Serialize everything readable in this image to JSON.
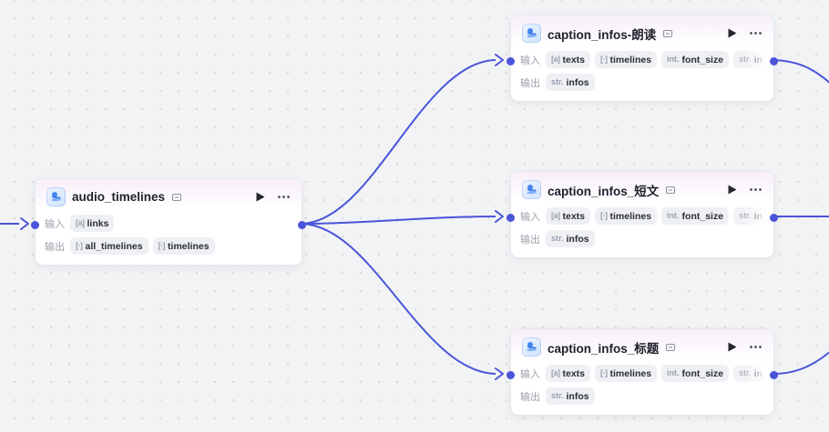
{
  "canvas": {
    "background_color": "#f2f3f5",
    "dot_grid_color": "#d9dade",
    "edge_color": "#4b54d8",
    "port_color": "#4b54d8"
  },
  "labels": {
    "input": "输入",
    "output": "输出"
  },
  "nodes": [
    {
      "id": "audio_timelines",
      "title": "audio_timelines",
      "inputs": [
        {
          "label": "links",
          "type": "array-string"
        }
      ],
      "outputs": [
        {
          "label": "all_timelines",
          "type": "array"
        },
        {
          "label": "timelines",
          "type": "array"
        }
      ]
    },
    {
      "id": "caption_infos-朗读",
      "title": "caption_infos-朗读",
      "inputs": [
        {
          "label": "texts",
          "type": "array-string"
        },
        {
          "label": "timelines",
          "type": "array"
        },
        {
          "label": "font_size",
          "type": "integer",
          "type_label": "int."
        },
        {
          "label": "in",
          "type": "string",
          "type_label": "str.",
          "truncated": true
        }
      ],
      "outputs": [
        {
          "label": "infos",
          "type": "string",
          "type_label": "str."
        }
      ]
    },
    {
      "id": "caption_infos_短文",
      "title": "caption_infos_短文",
      "inputs": [
        {
          "label": "texts",
          "type": "array-string"
        },
        {
          "label": "timelines",
          "type": "array"
        },
        {
          "label": "font_size",
          "type": "integer",
          "type_label": "int."
        },
        {
          "label": "in",
          "type": "string",
          "type_label": "str.",
          "truncated": true
        }
      ],
      "outputs": [
        {
          "label": "infos",
          "type": "string",
          "type_label": "str."
        }
      ]
    },
    {
      "id": "caption_infos_标题",
      "title": "caption_infos_标题",
      "inputs": [
        {
          "label": "texts",
          "type": "array-string"
        },
        {
          "label": "timelines",
          "type": "array"
        },
        {
          "label": "font_size",
          "type": "integer",
          "type_label": "int."
        },
        {
          "label": "in",
          "type": "string",
          "type_label": "str.",
          "truncated": true
        }
      ],
      "outputs": [
        {
          "label": "infos",
          "type": "string",
          "type_label": "str."
        }
      ]
    }
  ],
  "edges": [
    {
      "from": "offscreen-left",
      "to": "audio_timelines"
    },
    {
      "from": "audio_timelines",
      "to": "caption_infos-朗读"
    },
    {
      "from": "audio_timelines",
      "to": "caption_infos_短文"
    },
    {
      "from": "audio_timelines",
      "to": "caption_infos_标题"
    },
    {
      "from": "caption_infos-朗读",
      "to": "offscreen-right"
    },
    {
      "from": "caption_infos_短文",
      "to": "offscreen-right"
    },
    {
      "from": "caption_infos_标题",
      "to": "offscreen-right"
    }
  ]
}
